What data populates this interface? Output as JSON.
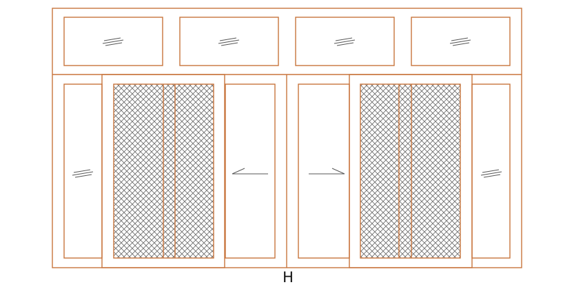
{
  "drawing": {
    "dimension_label": "H",
    "frame_color": "#c8743c",
    "mesh_color": "#6e6e6e",
    "symbol_color": "#555555",
    "label_color": "#111111",
    "transom_lites": [
      {
        "name": "transom-lite-1",
        "symbol": "fixed-glass-icon"
      },
      {
        "name": "transom-lite-2",
        "symbol": "fixed-glass-icon"
      },
      {
        "name": "transom-lite-3",
        "symbol": "fixed-glass-icon"
      },
      {
        "name": "transom-lite-4",
        "symbol": "fixed-glass-icon"
      }
    ],
    "lower_panels": [
      {
        "name": "fixed-side-lite-left",
        "symbol": "fixed-glass-icon"
      },
      {
        "name": "mesh-screen-panel-left",
        "symbol": "mesh-screen-icon"
      },
      {
        "name": "sliding-sash-left",
        "symbol": "slide-arrow-left-icon"
      },
      {
        "name": "sliding-sash-right",
        "symbol": "slide-arrow-right-icon"
      },
      {
        "name": "mesh-screen-panel-right",
        "symbol": "mesh-screen-icon"
      },
      {
        "name": "fixed-side-lite-right",
        "symbol": "fixed-glass-icon"
      }
    ]
  }
}
